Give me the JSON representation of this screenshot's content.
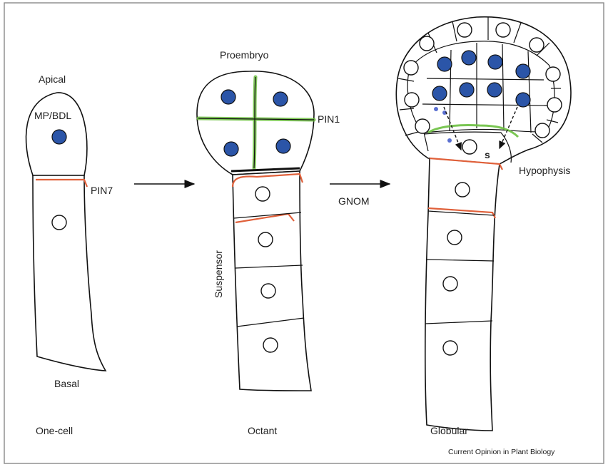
{
  "labels": {
    "apical": "Apical",
    "mp_bdl": "MP/BDL",
    "pin7": "PIN7",
    "basal": "Basal",
    "proembryo": "Proembryo",
    "pin1": "PIN1",
    "suspensor": "Suspensor",
    "gnom": "GNOM",
    "hypophysis": "Hypophysis",
    "s": "s"
  },
  "stages": [
    "One-cell",
    "Octant",
    "Globular"
  ],
  "credit": "Current Opinion in Plant Biology",
  "colors": {
    "nucleus_blue": "#2b55a8",
    "mp_bdl_text": "#5a6fd0",
    "pin7": "#e0603a",
    "pin1": "#6cc040",
    "outline": "#111111",
    "frame": "#888888"
  },
  "icons": [
    "right-arrow-icon",
    "dashed-arrow-icon"
  ]
}
